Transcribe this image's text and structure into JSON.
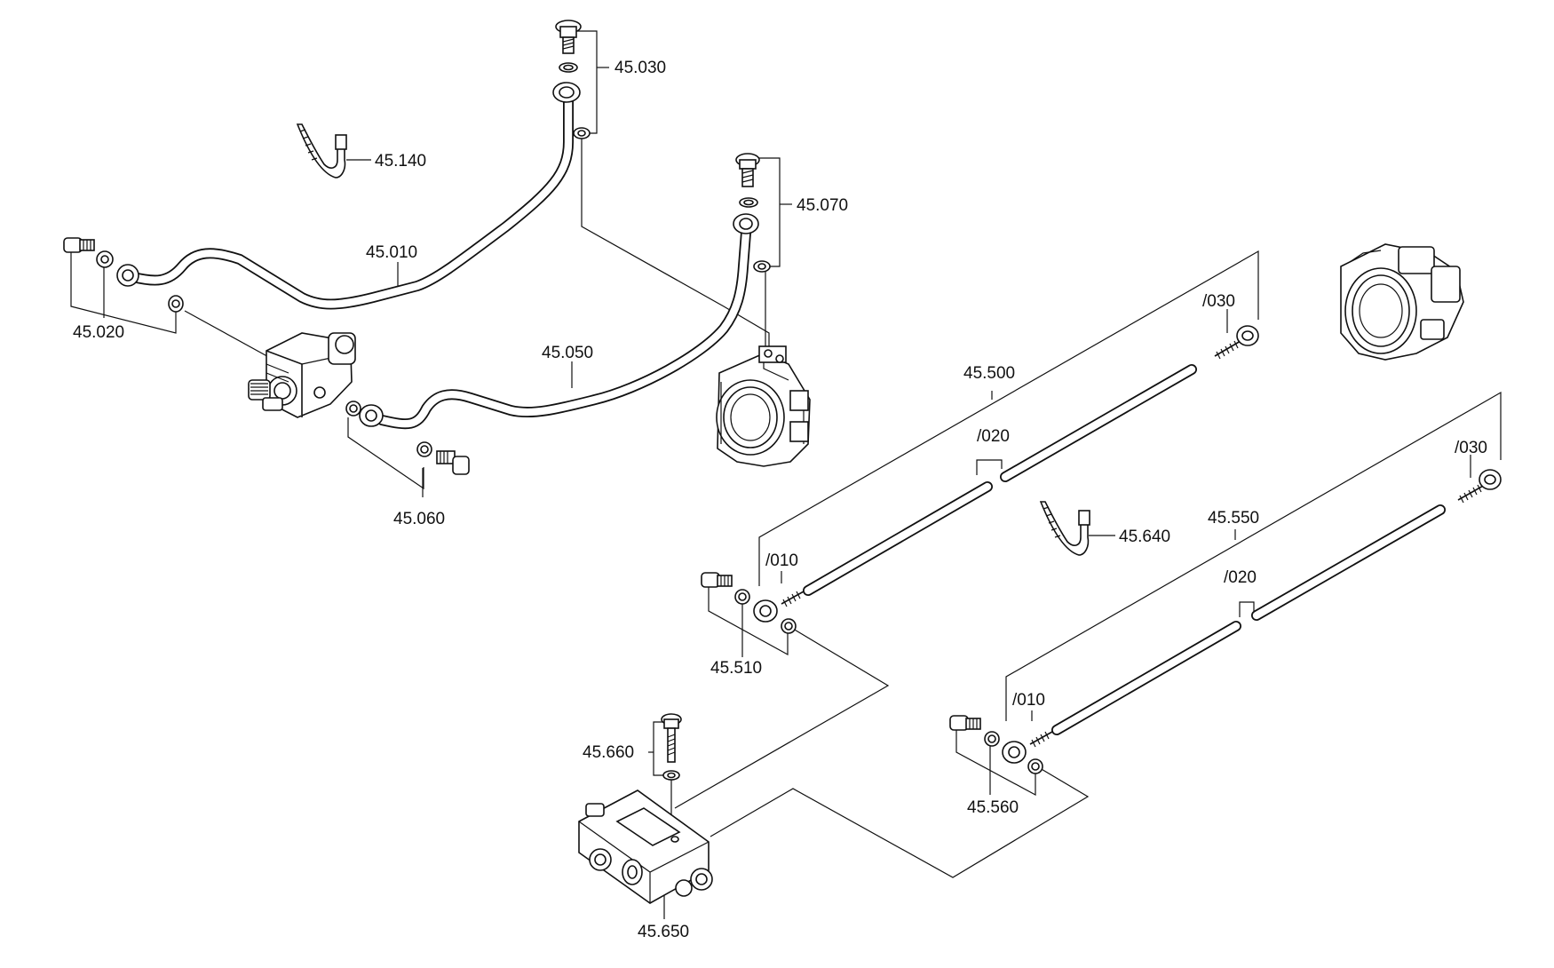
{
  "labels": {
    "p45_010": "45.010",
    "p45_020": "45.020",
    "p45_030": "45.030",
    "p45_050": "45.050",
    "p45_060": "45.060",
    "p45_070": "45.070",
    "p45_140": "45.140",
    "p45_500": "45.500",
    "p45_500_010": "/010",
    "p45_500_020": "/020",
    "p45_500_030": "/030",
    "p45_510": "45.510",
    "p45_550": "45.550",
    "p45_550_010": "/010",
    "p45_550_020": "/020",
    "p45_550_030": "/030",
    "p45_560": "45.560",
    "p45_640": "45.640",
    "p45_650": "45.650",
    "p45_660": "45.660"
  },
  "icons": [
    "pipe",
    "banjo-fitting",
    "banjo-bolt",
    "sealing-ring",
    "cable-tie",
    "valve-block",
    "pump-housing",
    "threaded-fitting"
  ]
}
